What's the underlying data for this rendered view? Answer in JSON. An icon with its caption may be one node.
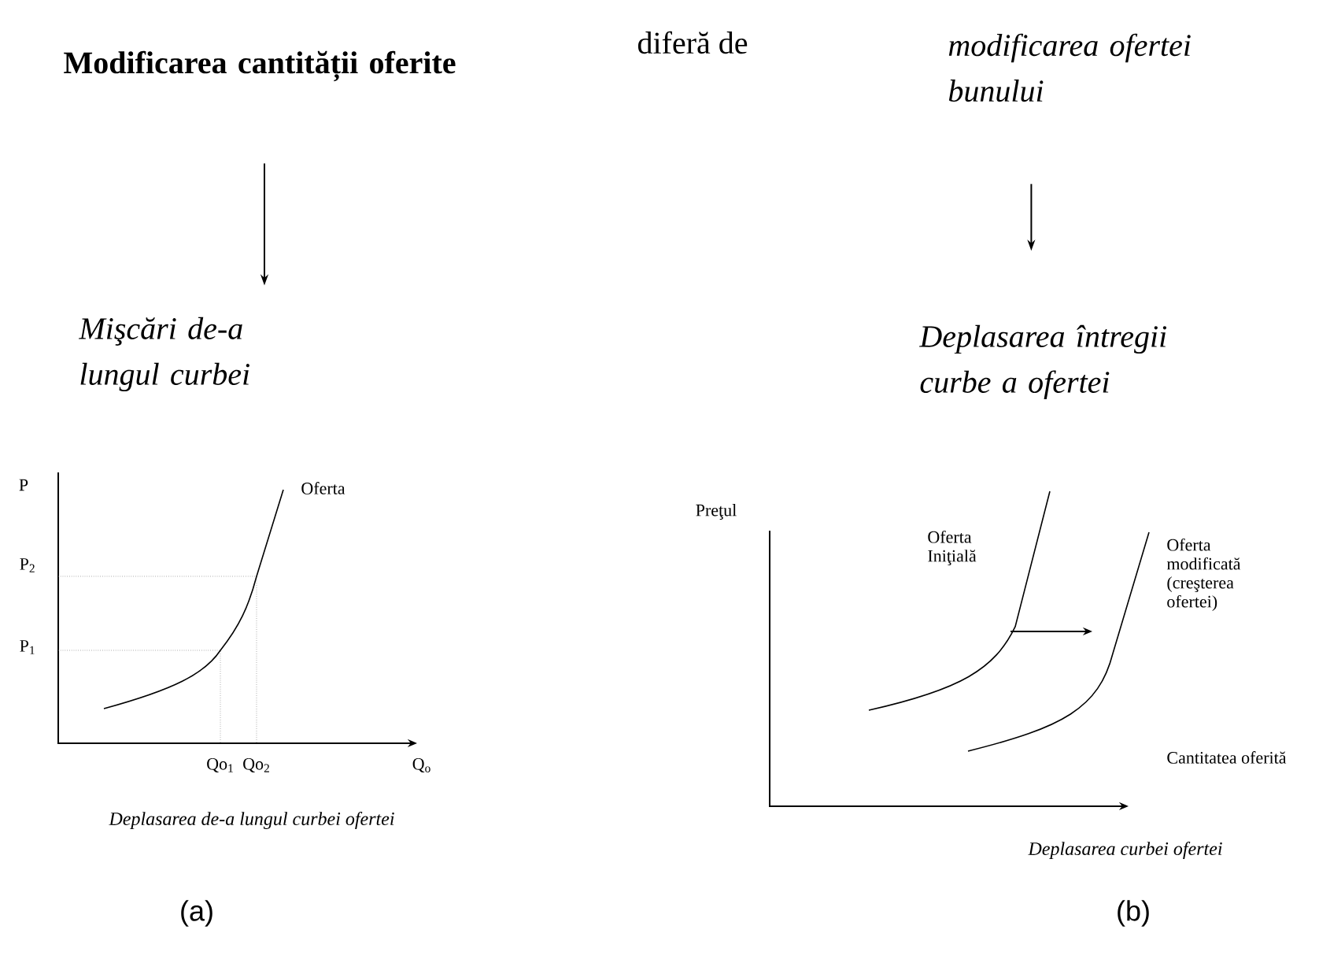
{
  "diagram": {
    "nodes": [
      {
        "text": [
          "Modificarea cantității oferite"
        ]
      },
      {
        "text": [
          "modificarea ofertei bunului"
        ]
      },
      {
        "text": [
          "Mişcări de-a lungul curbei"
        ]
      },
      {
        "text": [
          "Deplasarea întregii curbe a ofertei"
        ]
      }
    ],
    "edges": [
      {
        "from": 0,
        "to": 2,
        "arrow": "to"
      },
      {
        "from": 1,
        "to": 3,
        "arrow": "to"
      }
    ],
    "labels": [
      "diferă de",
      "P",
      "Oferta",
      "P$_{2}$",
      "P$_{1}$",
      "Qo$_{1}$",
      "Qo$_{2}$",
      "Q$_{o}$",
      "Deplasarea de-a lungul curbei ofertei",
      "Preţul",
      "Oferta Iniţială",
      "Oferta modificată (creşterea ofertei)",
      "Cantitatea oferită",
      "Deplasarea curbei ofertei",
      "(a)",
      "(b)"
    ]
  }
}
